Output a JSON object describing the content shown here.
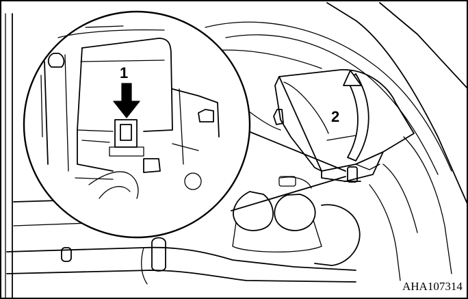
{
  "figure": {
    "step_1_label": "1",
    "step_2_label": "2",
    "figure_code": "AHA107314",
    "line_color": "#000000",
    "background_color": "#ffffff"
  }
}
